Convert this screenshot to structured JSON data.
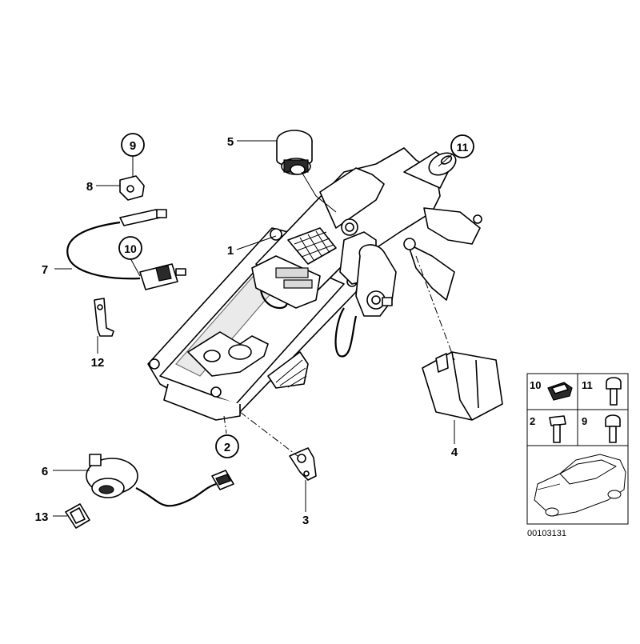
{
  "diagram": {
    "callouts": [
      {
        "id": "9",
        "label": "9",
        "circled": true
      },
      {
        "id": "8",
        "label": "8",
        "circled": false
      },
      {
        "id": "10",
        "label": "10",
        "circled": true
      },
      {
        "id": "7",
        "label": "7",
        "circled": false
      },
      {
        "id": "12",
        "label": "12",
        "circled": false
      },
      {
        "id": "5",
        "label": "5",
        "circled": false
      },
      {
        "id": "1",
        "label": "1",
        "circled": false
      },
      {
        "id": "11",
        "label": "11",
        "circled": true
      },
      {
        "id": "2",
        "label": "2",
        "circled": true
      },
      {
        "id": "3",
        "label": "3",
        "circled": false
      },
      {
        "id": "4",
        "label": "4",
        "circled": false
      },
      {
        "id": "6",
        "label": "6",
        "circled": false
      },
      {
        "id": "13",
        "label": "13",
        "circled": false
      }
    ],
    "fastener_legend": {
      "items": [
        {
          "label": "10"
        },
        {
          "label": "11"
        },
        {
          "label": "2"
        },
        {
          "label": "9"
        }
      ]
    },
    "diagram_number": "00103131"
  }
}
